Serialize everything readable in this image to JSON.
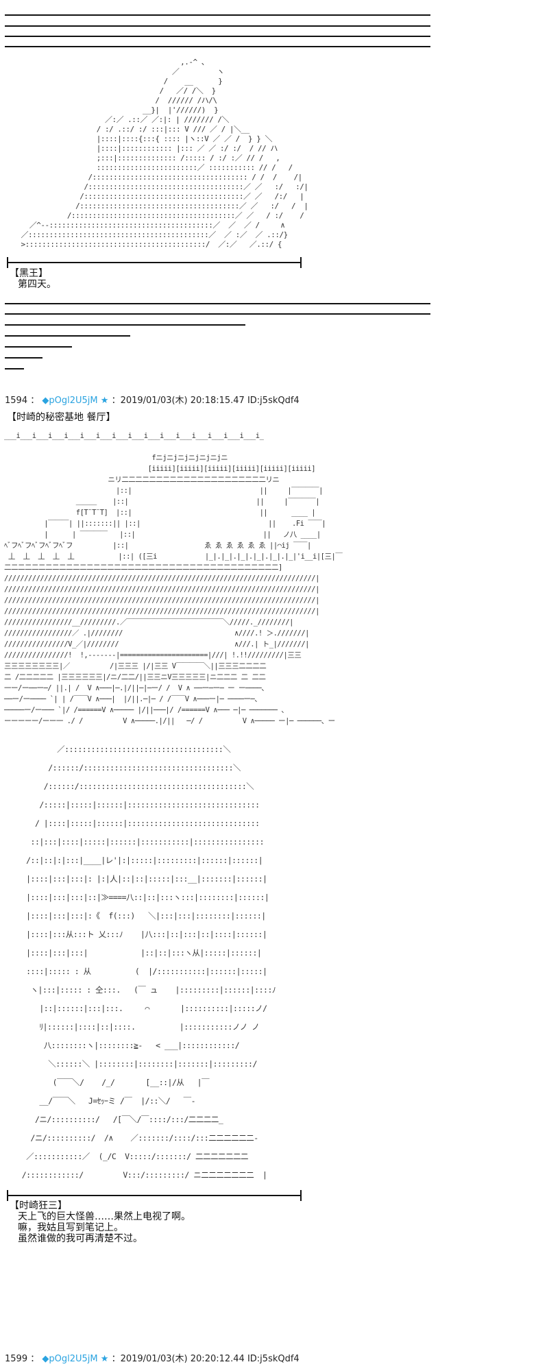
{
  "art1": [
    "                                          ,.-^ 、",
    "                                        ／         ヽ",
    "                                      /    __      }",
    "                                     /   ／/ /＼  }",
    "                                    /  ////// /ハ/\\",
    "                                 __}|  |'//////)  }",
    "                        ／:／ .::／ ／:|: | /////// /＼",
    "                      / :/ .::/ :/ :::|::: V /// ／ / |＼__",
    "                      |::::|::::{:::{ :::: |ヽ::V ／ ／ /  } } ＼",
    "                      |::::|:::::::::::: |::: ／ ／ :/ :/  / // ハ",
    "                      ;:::|:::::::::::::: /::::: / :/ :／ // /   ,",
    "                      ::::::::::::::::::::::::／ ::::::::::: // /   /",
    "                    /::::::::::::::::::::::::::::::::::::: / /  /    /|",
    "                   /:::::::::::::::::::::::::::::::::::::／ ／   :/   :/|",
    "                  /::::::::::::::::::::::::::::::::::::::／ ／   /:/   |",
    "                 /::::::::::::::::::::::::::::::::::::::／ ／   :/   /  |",
    "               /:::::::::::::::::::::::::::::::::::::::／ ／   / :/    /",
    "      ／^‐-:::::::::::::::::::::::::::::::::::::::／  ／  ／ /     ∧",
    "    ／:::::::::::::::::::::::::::::::::::::::::::／  ／ :／  ／ .::/}",
    "    >:::::::::::::::::::::::::::::::::::::::::::/  ／:／   ／.::/ {"
  ],
  "post1": {
    "label": "【黑王】",
    "lines": [
      "第四天。"
    ]
  },
  "post_1594": {
    "number": "1594",
    "sep": "：",
    "name": "◆pOgl2U5jM",
    "star": "★",
    "date": "：2019/01/03(木) 20:18:15.47 ID:j5skQdf4"
  },
  "scene_title": "【时崎的秘密基地  餐厅】",
  "art2": [
    "___i___i___i___i___i___i___i___i___i___i___i___i___i___i___i___i_",
    "",
    "                                     fニjニjニjニjニjニjニ",
    "                                    [iiiii][iiiii][iiiii][iiiii][iiiii][iiiii]",
    "                          ニリ二二二二二二二二二二二二二二二二二二二二二リニ",
    "                            |::|                                ||     |￣￣￣￣|",
    "                  ＿＿＿    |::|                                ||     |￣￣￣￣|",
    "                  f[T¨T¨T]  |::|                                ||      ____ |",
    "          |￣￣￣| ||:::::::|| |::|                                ||    .Fi ￣￣|",
    "          |      | ￣￣￣￣   |::|                                ||   ノ八 ____|",
    "ﾍﾞフﾍﾞフﾍﾞフﾍﾞフﾍﾞフ          |::|                   ゑ ゑ ゑ ゑ ゑ ゑ ||⌒ij ￣￣|",
    " 丄  丄  丄  丄  丄           |::| ([三i            |_|.|_|.|_|.|_|.|_|.|_|'i__i|[三|￣",
    "二二二二二二二二二二二二二二二二二二二二二二二二二二二二二二二二二二二二二二二二]",
    "//////////////////////////////////////////////////////////////////////////////|",
    "//////////////////////////////////////////////////////////////////////////////|",
    "//////////////////////////////////////////////////////////////////////////////|",
    "//////////////////////////////////////////////////////////////////////////////|",
    "/////////////////__/////////.／￣￣￣￣￣￣￣￣￣￣￣￣￣￣＼/////._////////|",
    "/////////////////／ .|////////                            ∧////.! ＞.///////|",
    "////////////////V_／|////////                             ∧///.| ト_|///////|",
    "////////////////!  !,-------|======================|///| !.!!/////////|三三",
    "三三三三三三三三|／          /|三三三 |/|三三 V￣￣￣￣＼||三三三二二二二",
    "二 /二二二二二 |三三三三三三|/ニ/二二/||三三ニV三三三三三|ニ二二二 二 二二",
    "一ー/ー──ー─/ ||.| /  V ∧───|─.|/||─|─ー/ /  V ∧ ──ー─ー─ ー ー────、",
    "──ー/ー──── `| | /￣￣V ∧───|  |/||.─|─ / /￣￣V ∧───ー|─ ────ー─、",
    "─────ー/ー─── `|/ /======V ∧───── |/||───|/ /======V ∧─── ─|─ ─────── 、",
    "ーーーーー/ーー一 ./ /          V ∧─────.|/||   ─/ /          V ∧───── ー|─ ──────、ー"
  ],
  "art3": [
    "            ／::::::::::::::::::::::::::::::::::::＼",
    "          /::::::/::::::::::::::::::::::::::::::::::＼",
    "         /::::::/::::::::::::::::::::::::::::::::::::::＼",
    "        /:::::|:::::|::::::|::::::::::::::::::::::::::::::",
    "       / |::::|:::::|::::::|::::::::::::::::::::::::::::::",
    "      ::|:::|::::|:::::|::::::|:::::::::::|::::::::::::::::",
    "     /::|::|:|:::|____|レ'|:|:::::|:::::::::|::::::|::::::|",
    "     |::::|:::|:::|: |:|人|::|::|:::::|:::__|:::::::|::::::|",
    "     |::::|:::|:::|::|≫====八::|::|:::ヽ:::|::::::::|::::::|",
    "     |::::|:::|:::|:《  f(:::)   ＼|:::|:::|::::::::|::::::|",
    "     |::::|:::从:::ト 乂:::ﾉ    |八:::|::|:::|::|::::|::::::|",
    "     |::::|:::|:::|            |::|::|:::ヽ从|:::::|::::::|",
    "     ::::|::::: : 从          (  |/:::::::::::|::::::|:::::|",
    "      ヽ|:::|::::: : 仝:::.   (￣ ュ    |:::::::::|::::::|::::ﾉ",
    "        |::|::::::|:::|:::.     ⌒       |::::::::::|:::::ノ/",
    "        ﾘ|::::::|::::|::|::::.          |:::::::::::ノノ ノ",
    "         八::::::::ヽ|::::::::≧-   < ___|::::::::::::/",
    "          ＼::::::＼ |::::::::|::::::::|:::::::|:::::::::/",
    "           (￣￣＼/    /_/       [__::|/从   |￣",
    "        __/￣￣＼   J=ｾｯｰミ /￣  |/::＼/   ￣-",
    "       /ニ/::::::::::/   /[￣＼/￣::::/:::/二二二二_",
    "      /ニ/::::::::::/  /∧    ／:::::::/::::/:::二二二二二二-",
    "     ／:::::::::::／  (_/C  V:::::/:::::::/ 二二二二二二二",
    "    /::::::::::::/         V:::/:::::::::/ ニ二二二二二二二  |"
  ],
  "post2": {
    "label": "【时崎狂三】",
    "lines": [
      "天上飞的巨大怪兽……果然上电视了啊。",
      "嘛，我姑且写到笔记上。",
      "虽然谁做的我可再清楚不过。"
    ]
  },
  "post_1599": {
    "number": "1599",
    "sep": "：",
    "name": "◆pOgl2U5jM",
    "star": "★",
    "date": "：2019/01/03(木) 20:20:12.44 ID:j5skQdf4"
  }
}
